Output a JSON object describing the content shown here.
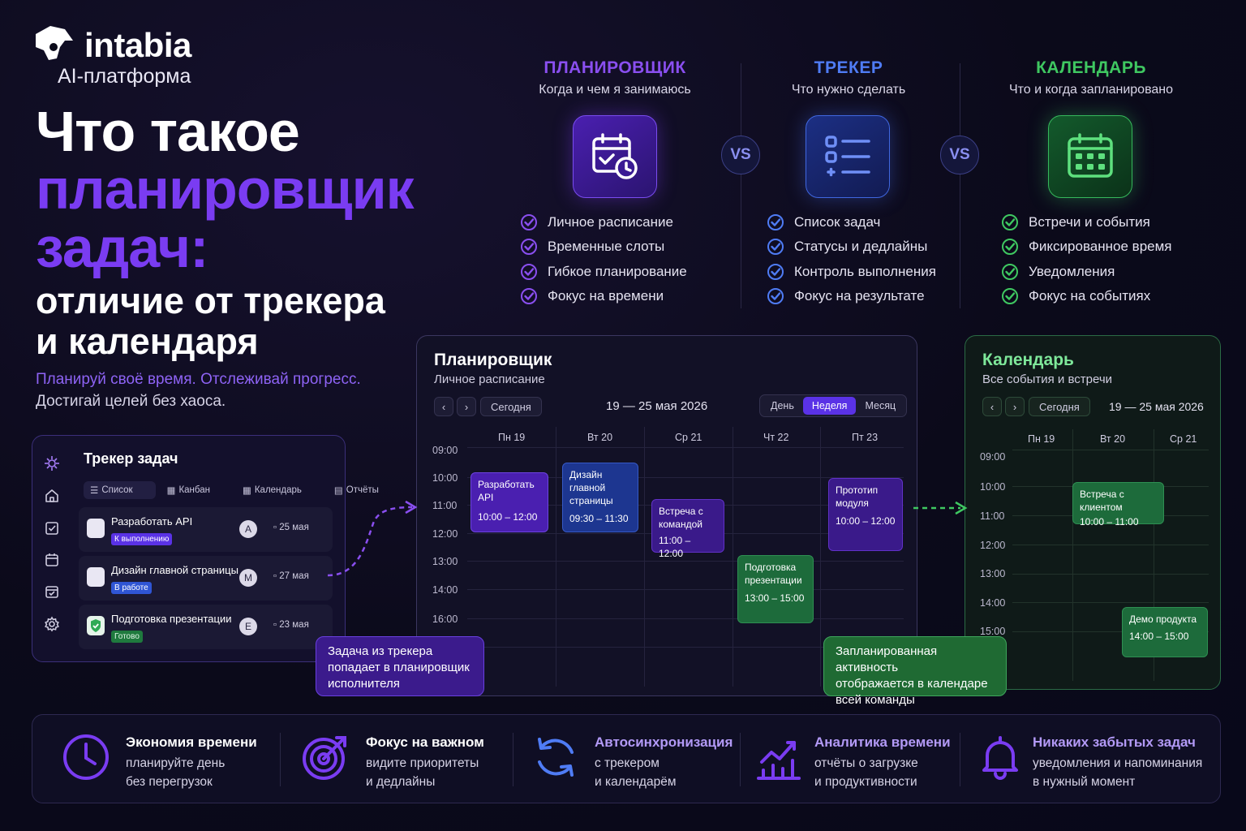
{
  "brand": {
    "name": "intabia",
    "subtitle": "AI-платформа"
  },
  "headline": {
    "line1": "Что такое",
    "line2": "планировщик",
    "line3": "задач:",
    "line4": "отличие от трекера",
    "line5": "и календаря"
  },
  "tagline": {
    "line1": "Планируй своё время. Отслеживай прогресс.",
    "line2": "Достигай целей без хаоса."
  },
  "comparison": {
    "vs_label": "VS",
    "columns": [
      {
        "title": "ПЛАНИРОВЩИК",
        "subtitle": "Когда и чем я занимаюсь",
        "color": "#8a4ff0",
        "icon": "calendar-clock-icon",
        "features": [
          "Личное расписание",
          "Временные слоты",
          "Гибкое планирование",
          "Фокус на времени"
        ]
      },
      {
        "title": "ТРЕКЕР",
        "subtitle": "Что нужно сделать",
        "color": "#4f7cf5",
        "icon": "checklist-icon",
        "features": [
          "Список задач",
          "Статусы и дедлайны",
          "Контроль выполнения",
          "Фокус на результате"
        ]
      },
      {
        "title": "КАЛЕНДАРЬ",
        "subtitle": "Что и когда запланировано",
        "color": "#3fc861",
        "icon": "calendar-grid-icon",
        "features": [
          "Встречи и события",
          "Фиксированное время",
          "Уведомления",
          "Фокус на событиях"
        ]
      }
    ]
  },
  "planner": {
    "title": "Планировщик",
    "subtitle": "Личное расписание",
    "prev": "‹",
    "next": "›",
    "today": "Сегодня",
    "range": "19 — 25 мая 2026",
    "views": [
      "День",
      "Неделя",
      "Месяц"
    ],
    "active_view": "Неделя",
    "days": [
      "Пн 19",
      "Вт 20",
      "Ср 21",
      "Чт 22",
      "Пт 23"
    ],
    "times": [
      "09:00",
      "10:00",
      "11:00",
      "12:00",
      "13:00",
      "14:00",
      "16:00"
    ],
    "events": [
      {
        "title": "Разработать API",
        "time": "10:00 – 12:00"
      },
      {
        "title": "Дизайн главной страницы",
        "time": "09:30 – 11:30"
      },
      {
        "title": "Встреча с командой",
        "time": "11:00 – 12:00"
      },
      {
        "title": "Подготовка презентации",
        "time": "13:00 – 15:00"
      },
      {
        "title": "Прототип модуля",
        "time": "10:00 – 12:00"
      }
    ]
  },
  "calendar": {
    "title": "Календарь",
    "subtitle": "Все события и встречи",
    "prev": "‹",
    "next": "›",
    "today": "Сегодня",
    "range": "19 — 25 мая 2026",
    "days": [
      "Пн 19",
      "Вт 20",
      "Ср 21"
    ],
    "times": [
      "09:00",
      "10:00",
      "11:00",
      "12:00",
      "13:00",
      "14:00",
      "15:00"
    ],
    "events": [
      {
        "title": "Встреча с клиентом",
        "time": "10:00 – 11:00"
      },
      {
        "title": "Демо продукта",
        "time": "14:00 – 15:00"
      }
    ]
  },
  "tracker": {
    "title": "Трекер задач",
    "tabs": [
      "Список",
      "Канбан",
      "Календарь",
      "Отчёты"
    ],
    "tasks": [
      {
        "name": "Разработать API",
        "status": "К выполнению",
        "avatar": "A",
        "date": "25 мая",
        "status_color": "#5a32e6"
      },
      {
        "name": "Дизайн главной страницы",
        "status": "В работе",
        "avatar": "M",
        "date": "27 мая",
        "status_color": "#2f55d4"
      },
      {
        "name": "Подготовка презентации",
        "status": "Готово",
        "avatar": "E",
        "date": "23 мая",
        "status_color": "#1f7a3e"
      }
    ]
  },
  "callouts": {
    "tracker_to_planner": [
      "Задача из трекера",
      "попадает в планировщик",
      "исполнителя"
    ],
    "planner_to_calendar": [
      "Запланированная активность",
      "отображается в календаре",
      "всей команды"
    ]
  },
  "benefits": [
    {
      "title": "Экономия времени",
      "line1": "планируйте день",
      "line2": "без перегрузок",
      "color": "#ffffff",
      "icon": "clock-icon"
    },
    {
      "title": "Фокус на важном",
      "line1": "видите приоритеты",
      "line2": "и дедлайны",
      "color": "#ffffff",
      "icon": "target-icon"
    },
    {
      "title": "Автосинхронизация",
      "line1": "с трекером",
      "line2": "и календарём",
      "color": "#b39af7",
      "icon": "sync-icon"
    },
    {
      "title": "Аналитика времени",
      "line1": "отчёты о загрузке",
      "line2": "и продуктивности",
      "color": "#b39af7",
      "icon": "analytics-icon"
    },
    {
      "title": "Никаких забытых задач",
      "line1": "уведомления и напоминания",
      "line2": "в нужный момент",
      "color": "#b39af7",
      "icon": "bell-icon"
    }
  ]
}
